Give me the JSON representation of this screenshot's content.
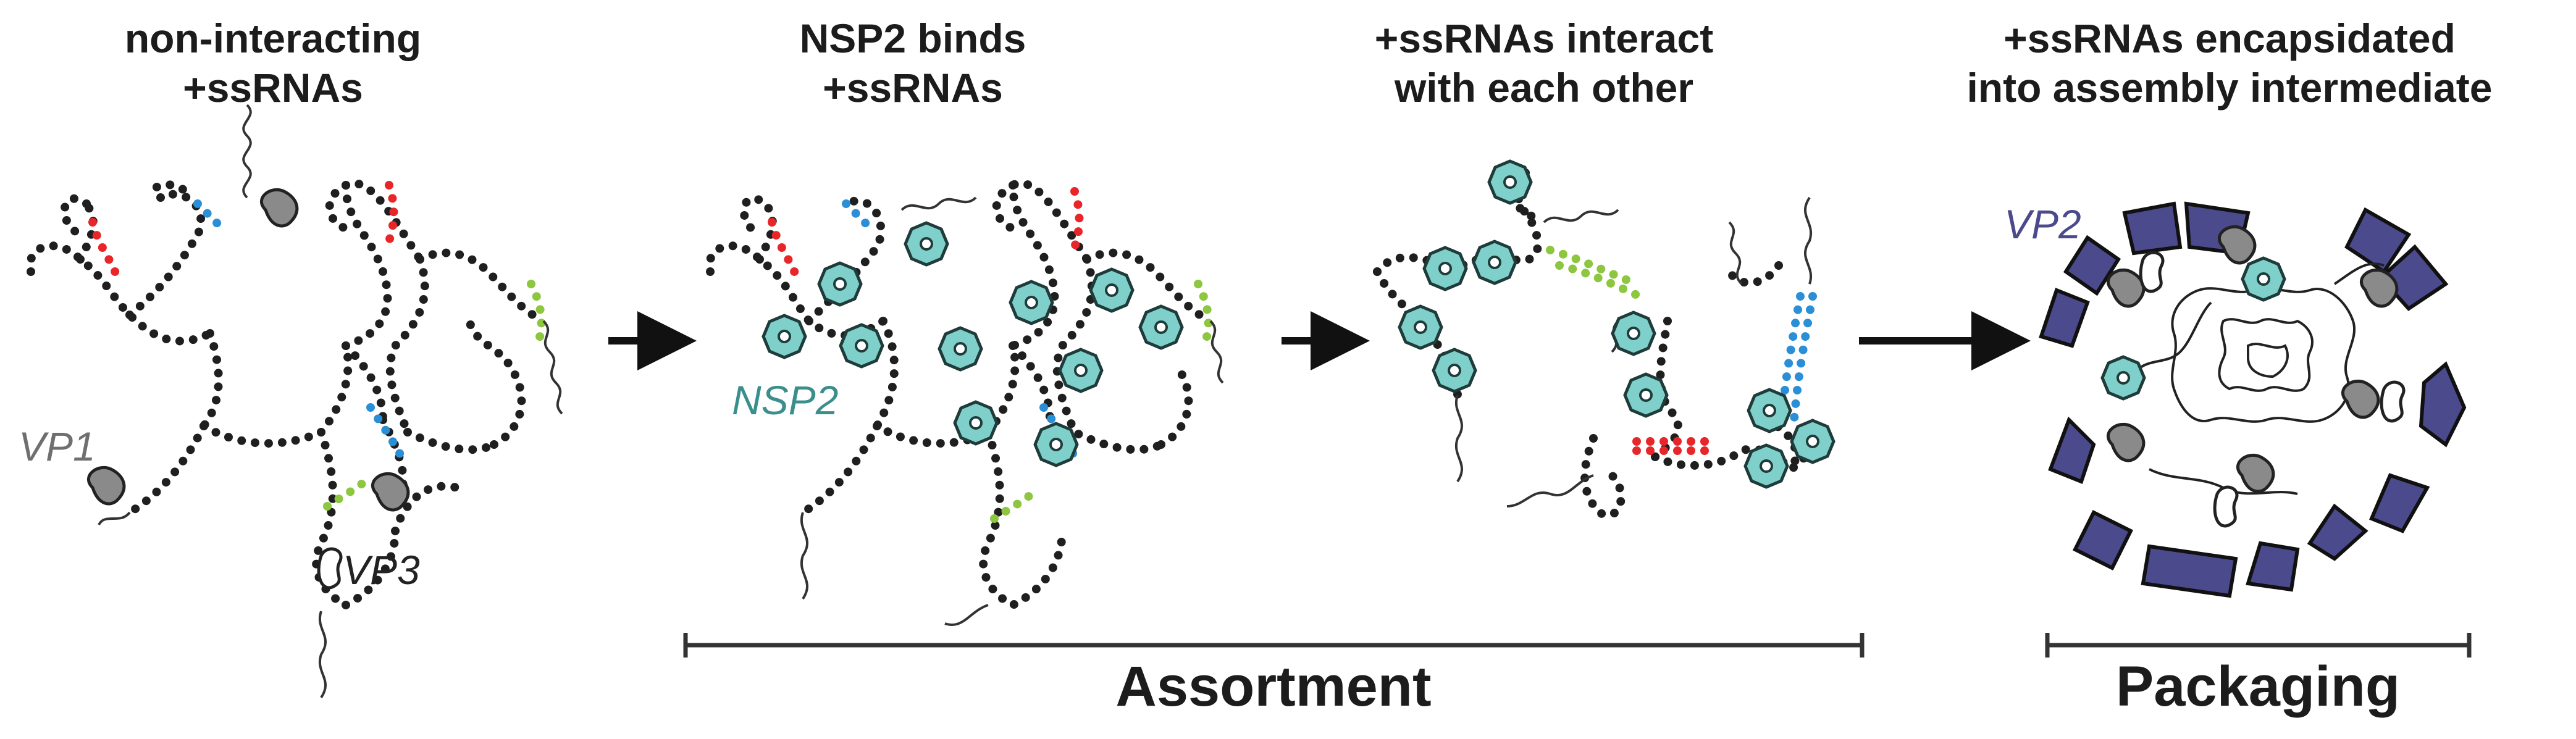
{
  "steps": [
    {
      "line1": "non-interacting",
      "line2": "+ssRNAs"
    },
    {
      "line1": "NSP2 binds",
      "line2": "+ssRNAs"
    },
    {
      "line1": "+ssRNAs interact",
      "line2": "with each other"
    },
    {
      "line1": "+ssRNAs encapsidated",
      "line2": "into assembly intermediate"
    }
  ],
  "labels": {
    "vp1": "VP1",
    "vp3": "VP3",
    "nsp2": "NSP2",
    "vp2": "VP2"
  },
  "phases": {
    "assortment": "Assortment",
    "packaging": "Packaging"
  },
  "colors": {
    "rna": "#1f1f1f",
    "red": "#e8262a",
    "blue": "#2a8fd6",
    "green": "#8dc63f",
    "nsp2": "#7fd0cb",
    "nsp2_stroke": "#1f3b3a",
    "vp1": "#8a8a8a",
    "vp2": "#4b4a8c",
    "nsp2_label": "#3a8f8c",
    "vp1_label": "#6f6f6f",
    "vp2_label": "#4b4a8c"
  }
}
